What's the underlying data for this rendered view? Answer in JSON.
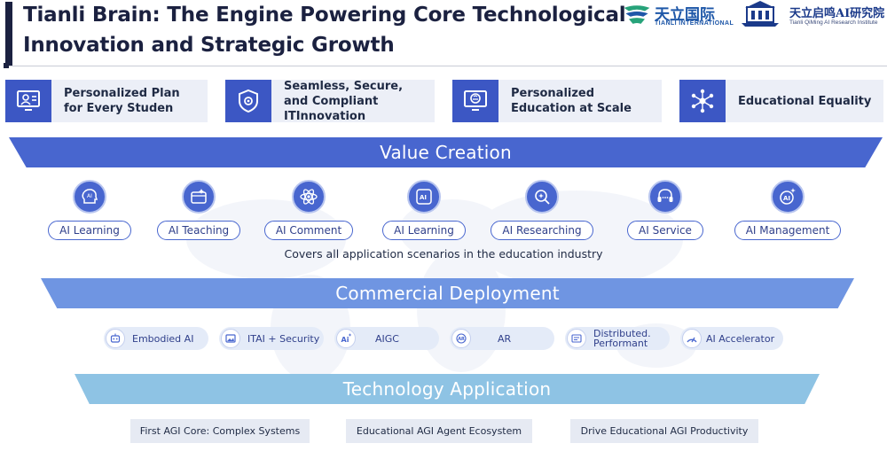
{
  "header": {
    "title_line1": "Tianli Brain: The Engine Powering Core Technological",
    "title_line2": "Innovation and Strategic Growth",
    "logo1_text": "天立国际",
    "logo1_sub": "TIANLI INTERNATIONAL",
    "logo2_text": "天立启鸣AI研究院",
    "logo2_sub": "Tianli QiMing AI Research Institute"
  },
  "features": [
    {
      "label": "Personalized Plan for Every Studen",
      "icon": "monitor-person-icon"
    },
    {
      "label": "Seamless, Secure, and Compliant ITInnovation",
      "icon": "shield-gear-icon"
    },
    {
      "label": "Personalized Education at Scale",
      "icon": "monitor-brain-icon"
    },
    {
      "label": "Educational Equality",
      "icon": "network-nodes-icon"
    }
  ],
  "value_creation": {
    "title": "Value Creation",
    "items": [
      {
        "label": "AI Learning",
        "icon": "ai-head-icon"
      },
      {
        "label": "AI Teaching",
        "icon": "ai-board-icon"
      },
      {
        "label": "AI Comment",
        "icon": "atom-icon"
      },
      {
        "label": "AI Learning",
        "icon": "ai-chip-icon"
      },
      {
        "label": "AI Researching",
        "icon": "search-sparkle-icon"
      },
      {
        "label": "AI Service",
        "icon": "headset-icon"
      },
      {
        "label": "AI Management",
        "icon": "ai-sparkle-icon"
      }
    ],
    "caption": "Covers all application scenarios in the education industry"
  },
  "commercial": {
    "title": "Commercial Deployment",
    "chips": [
      {
        "label": "Embodied AI",
        "icon": "robot-icon"
      },
      {
        "label": "ITAI + Security",
        "icon": "image-icon"
      },
      {
        "label": "AIGC",
        "icon": "ai-text-icon"
      },
      {
        "label": "AR",
        "icon": "ar-icon"
      },
      {
        "label": "Distributed. Performant",
        "icon": "distributed-icon"
      },
      {
        "label": "AI Accelerator",
        "icon": "accelerator-icon"
      }
    ]
  },
  "technology": {
    "title": "Technology Application",
    "boxes": [
      {
        "label": "First AGI Core: Complex Systems"
      },
      {
        "label": "Educational AGI Agent Ecosystem"
      },
      {
        "label": "Drive Educational AGI Productivity"
      }
    ]
  },
  "colors": {
    "primary": "#4866cf",
    "commercial": "#6f95e2",
    "technology": "#8ec3e4",
    "feature_icon": "#3c57c4",
    "title": "#1b2140"
  }
}
